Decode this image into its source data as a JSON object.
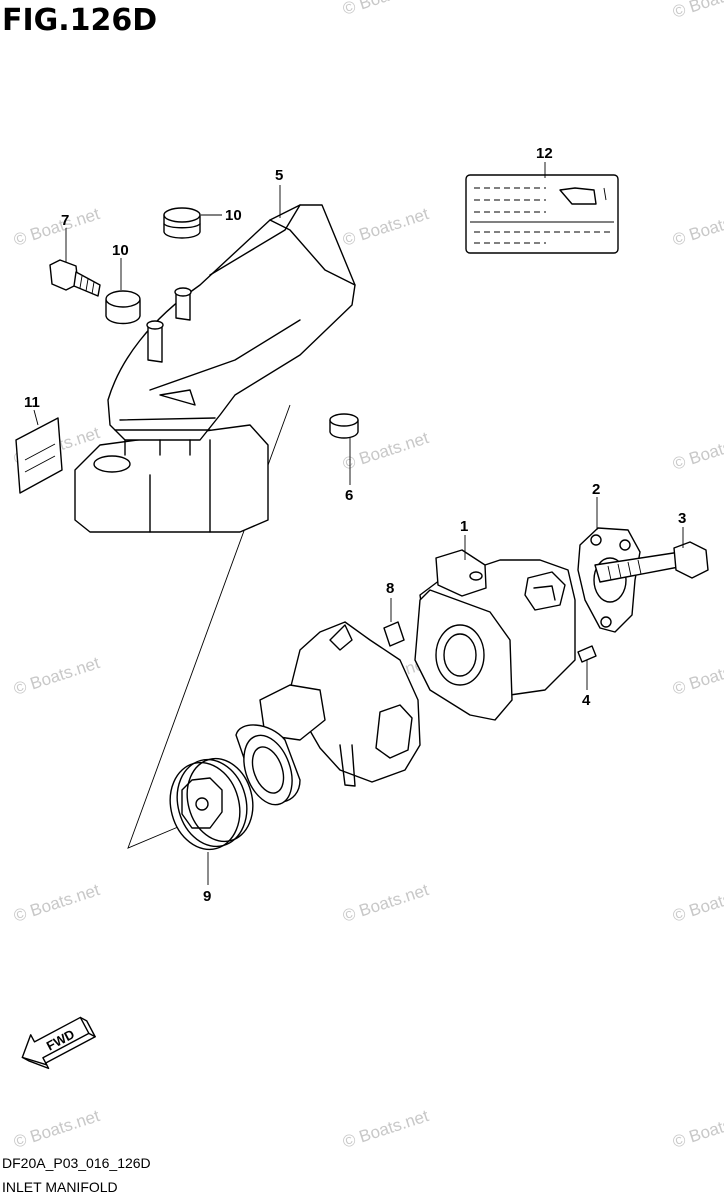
{
  "figure_title": "FIG.126D",
  "diagram_code": "DF20A_P03_016_126D",
  "diagram_name": "INLET MANIFOLD",
  "watermark": "© Boats.net",
  "fwd_label": "FWD",
  "callouts": {
    "c1": "1",
    "c2": "2",
    "c3": "3",
    "c4": "4",
    "c5": "5",
    "c6": "6",
    "c7": "7",
    "c8": "8",
    "c9": "9",
    "c10a": "10",
    "c10b": "10",
    "c11": "11",
    "c12": "12"
  }
}
